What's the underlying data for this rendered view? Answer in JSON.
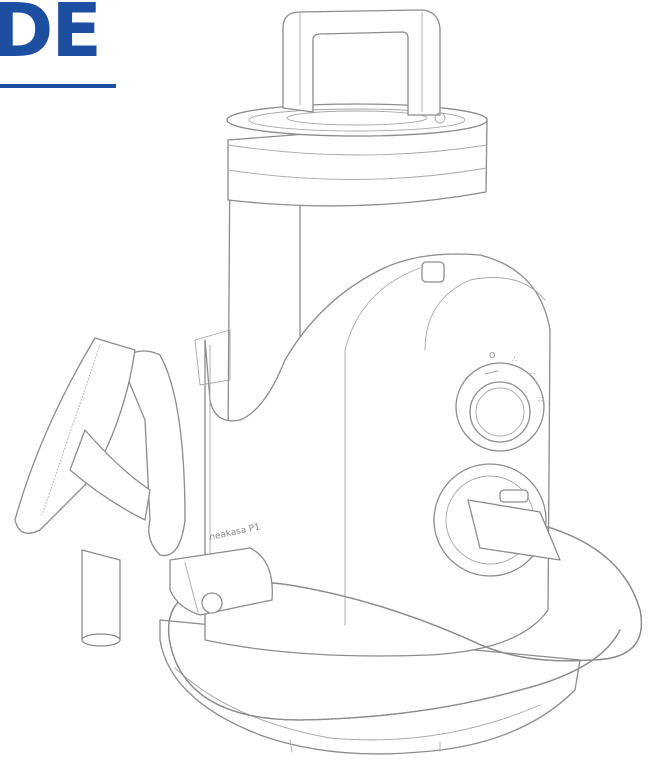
{
  "heading": {
    "fragment": "DE"
  },
  "illustration": {
    "subject": "pet grooming vacuum with hose and brush attachment",
    "brand_text": "neakasa P1",
    "dial_symbols": [
      "O",
      "∴",
      "∵",
      "∷"
    ],
    "icons": [
      "handle-icon",
      "brush-icon",
      "dial-icon",
      "hose-icon"
    ]
  },
  "colors": {
    "heading": "#1d4fa0",
    "line": "#8c8c8c",
    "background": "#ffffff"
  }
}
